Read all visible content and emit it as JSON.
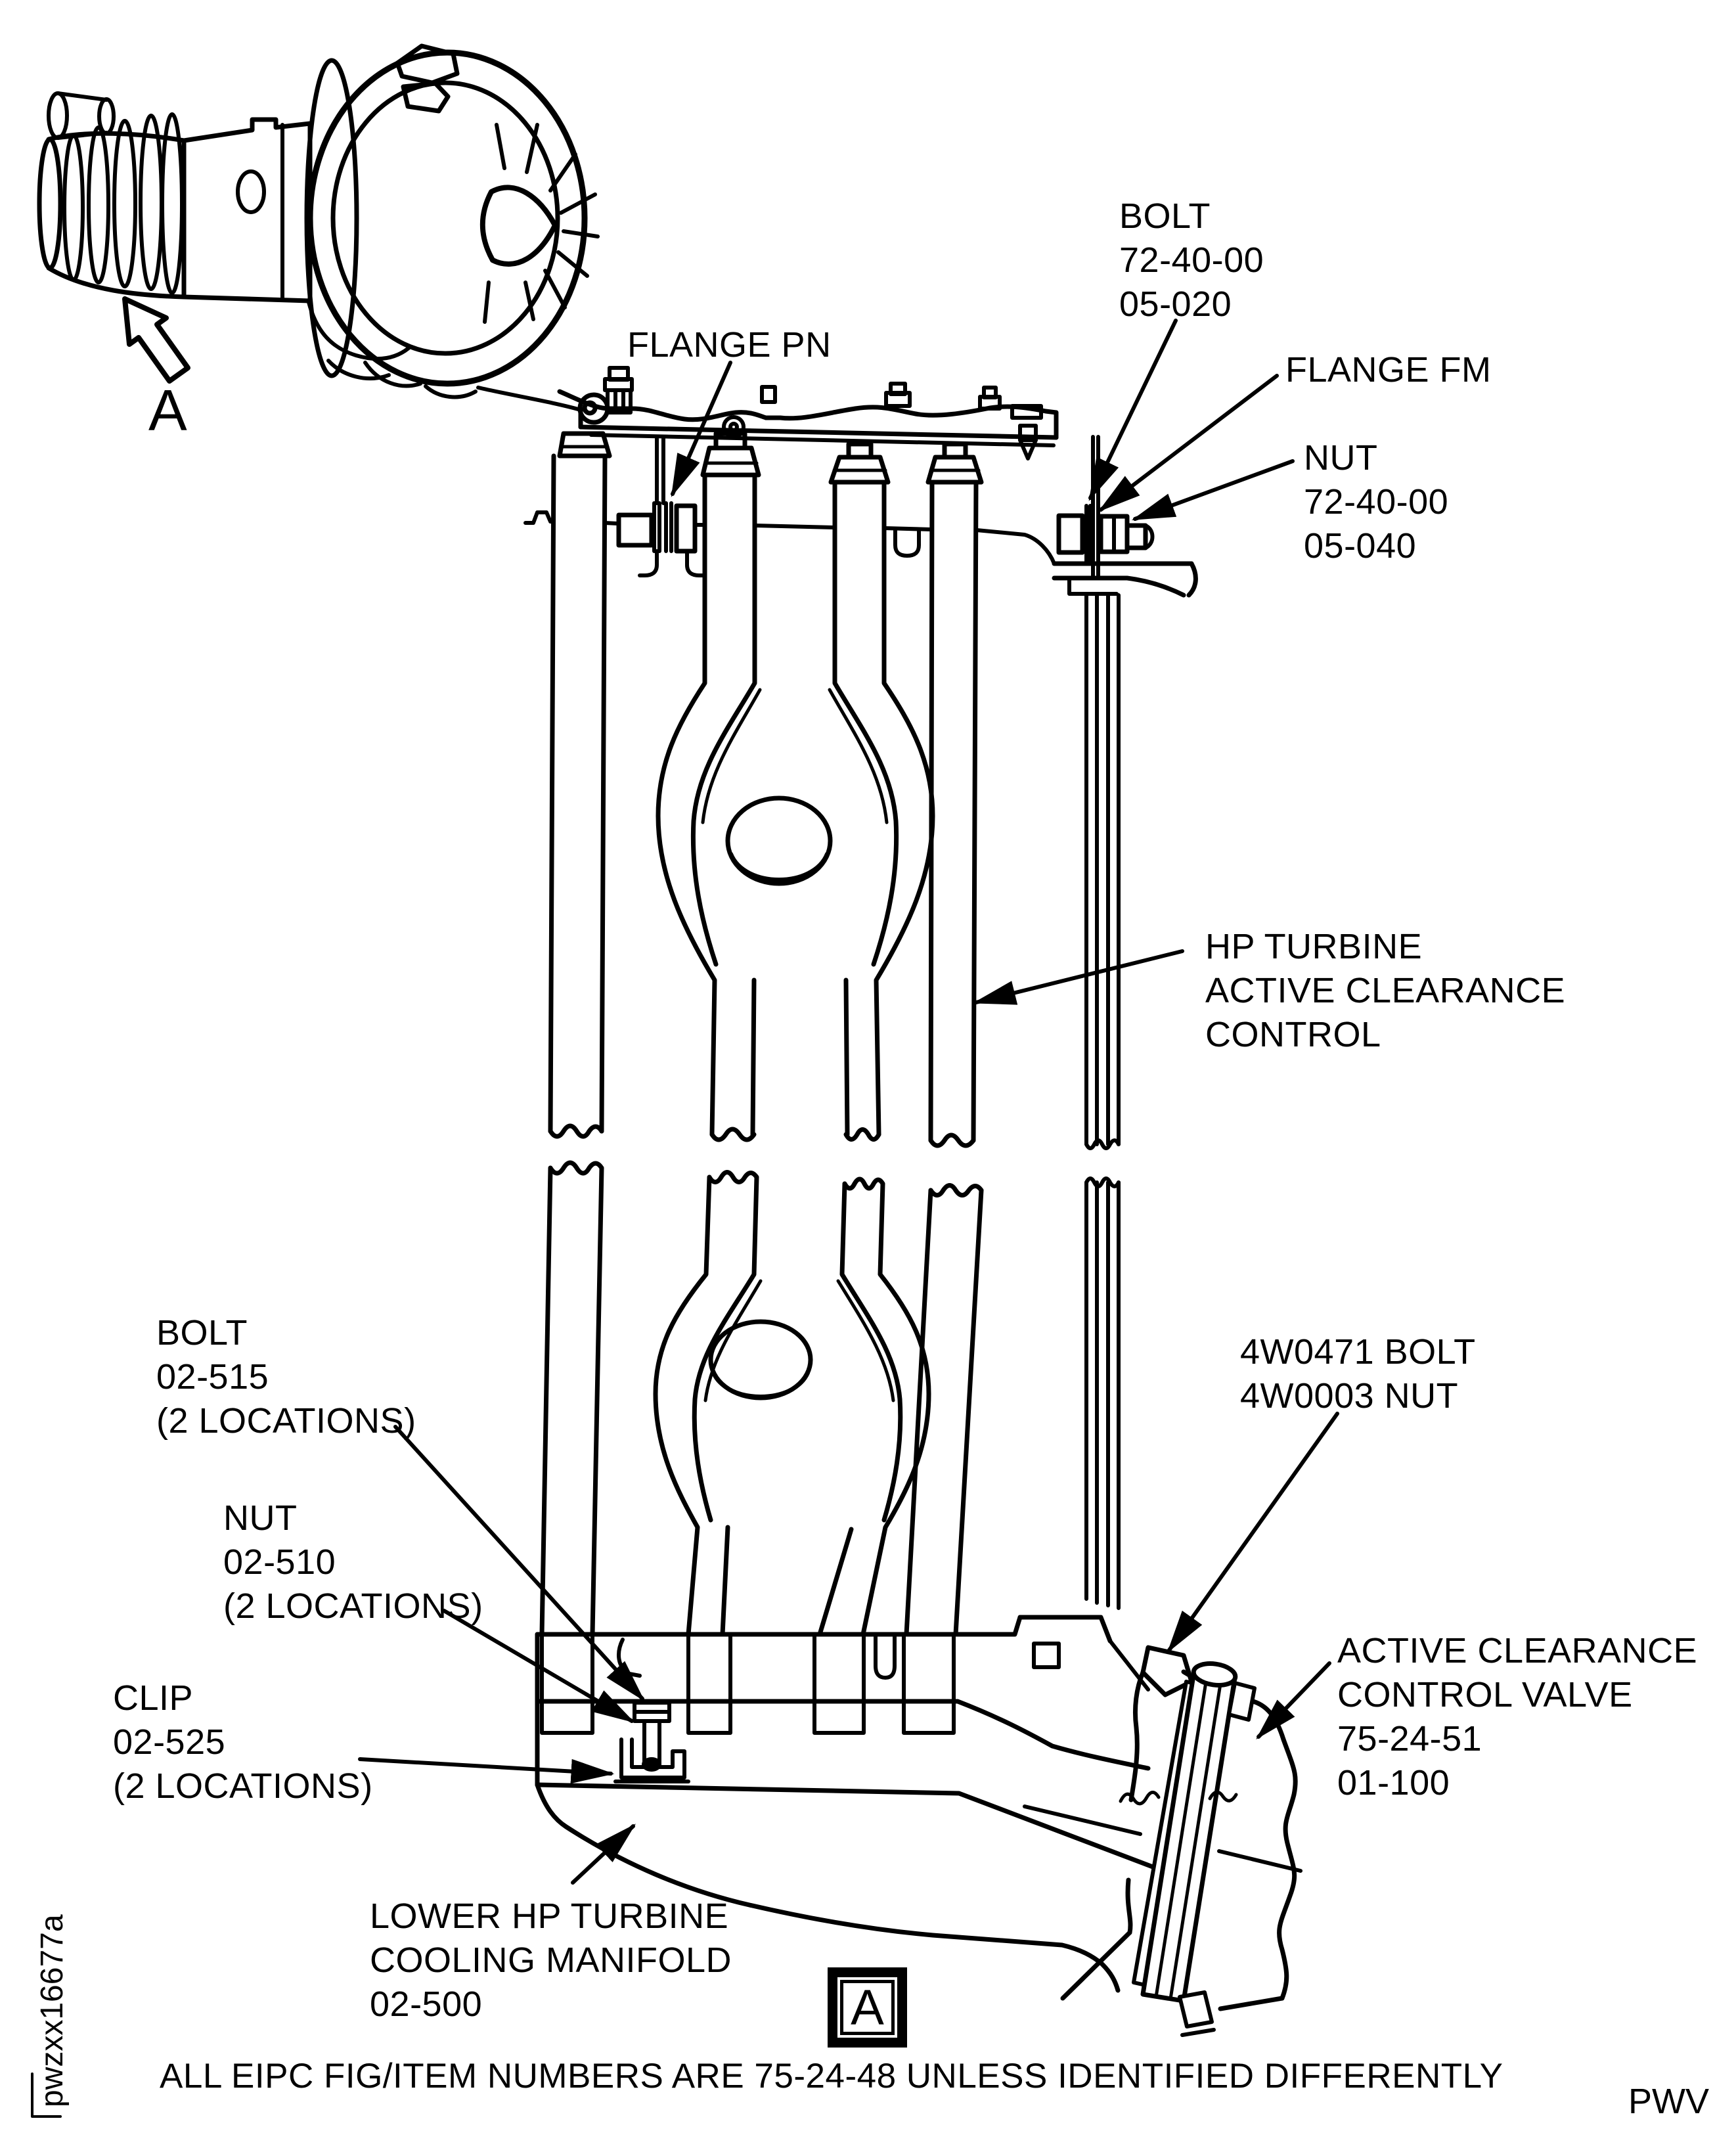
{
  "figure": {
    "detail_view_letter": "A",
    "detail_marker_letter": "A",
    "footnote": "ALL EIPC FIG/ITEM NUMBERS ARE 75-24-48 UNLESS IDENTIFIED DIFFERENTLY",
    "source_code": "PWV",
    "drawing_number": "pwzxx16677a",
    "colors": {
      "ink": "#000000",
      "background": "#ffffff"
    }
  },
  "callouts": {
    "flange_pn": "FLANGE PN",
    "bolt_top": "BOLT\n72-40-00\n05-020",
    "flange_fm": "FLANGE FM",
    "nut_top": "NUT\n72-40-00\n05-040",
    "hp_turbine_acc": "HP TURBINE\nACTIVE CLEARANCE\nCONTROL",
    "bolt_02_515": "BOLT\n02-515\n(2 LOCATIONS)",
    "nut_02_510": "NUT\n02-510\n(2 LOCATIONS)",
    "clip_02_525": "CLIP\n02-525\n(2 LOCATIONS)",
    "bolt_nut_4w": "4W0471 BOLT\n4W0003 NUT",
    "acc_valve": "ACTIVE CLEARANCE\nCONTROL VALVE\n75-24-51\n01-100",
    "lower_manifold": "LOWER HP TURBINE\nCOOLING MANIFOLD\n02-500"
  }
}
